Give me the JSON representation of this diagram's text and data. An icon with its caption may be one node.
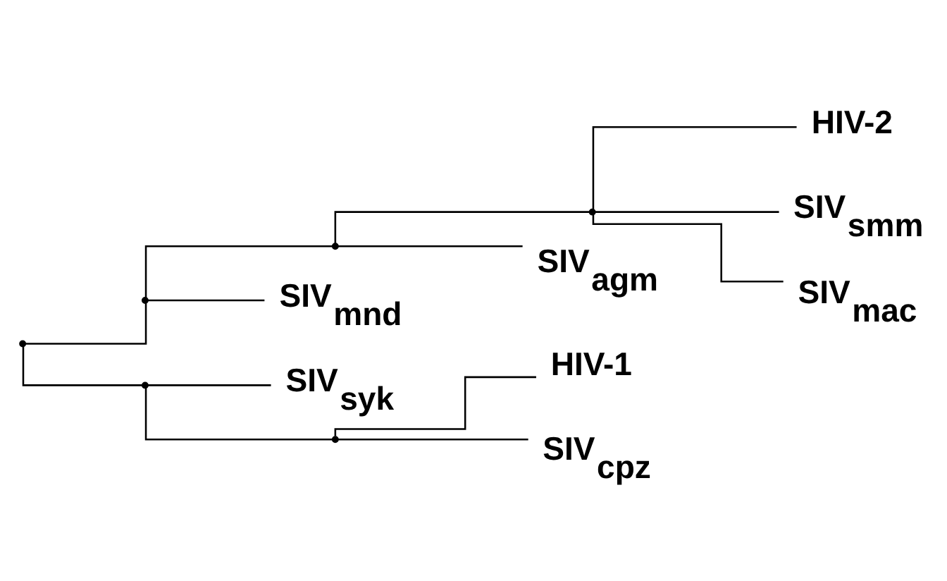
{
  "diagram": {
    "nodes": [
      {
        "text": [],
        "shape": "point"
      },
      {
        "text": [],
        "shape": "point"
      },
      {
        "text": [],
        "shape": "point"
      },
      {
        "text": [],
        "shape": "point"
      },
      {
        "text": [
          "HIV-2"
        ]
      },
      {
        "text": [
          "SIV$_{smm}$"
        ]
      },
      {
        "text": [
          "SIV$_{mac}$"
        ]
      },
      {
        "text": [
          "SIV$_{agm}$"
        ]
      },
      {
        "text": [
          "SIV$_{mnd}$"
        ]
      },
      {
        "text": [],
        "shape": "point"
      },
      {
        "text": [
          "SIV$_{syk}$"
        ]
      },
      {
        "text": [],
        "shape": "point"
      },
      {
        "text": [
          "HIV-1"
        ]
      },
      {
        "text": [
          "SIV$_{cpz}$"
        ]
      }
    ],
    "edges": [
      {
        "from": 0,
        "to": 1,
        "arrow": "none"
      },
      {
        "from": 1,
        "to": 2,
        "arrow": "none"
      },
      {
        "from": 2,
        "to": 3,
        "arrow": "none"
      },
      {
        "from": 3,
        "to": 4,
        "arrow": "none"
      },
      {
        "from": 3,
        "to": 5,
        "arrow": "none"
      },
      {
        "from": 3,
        "to": 6,
        "arrow": "none"
      },
      {
        "from": 2,
        "to": 7,
        "arrow": "none"
      },
      {
        "from": 1,
        "to": 8,
        "arrow": "none"
      },
      {
        "from": 0,
        "to": 9,
        "arrow": "none"
      },
      {
        "from": 9,
        "to": 10,
        "arrow": "none"
      },
      {
        "from": 9,
        "to": 11,
        "arrow": "none"
      },
      {
        "from": 11,
        "to": 12,
        "arrow": "none"
      },
      {
        "from": 11,
        "to": 13,
        "arrow": "none"
      }
    ]
  }
}
